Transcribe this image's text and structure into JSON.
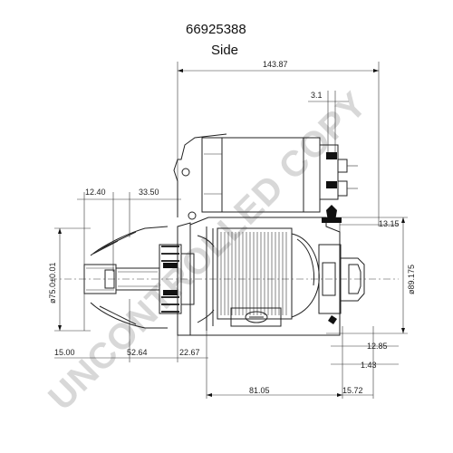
{
  "header": {
    "part_number": "66925388",
    "view": "Side"
  },
  "watermark": "UNCONTROLLED COPY",
  "dimensions": {
    "overall_length": "143.87",
    "terminal_offset": "3.1",
    "flange_offset": "12.40",
    "pinion_reach": "33.50",
    "pilot_diameter": "ø75.0±0.01",
    "body_diameter": "ø89.175",
    "rear_offset": "13.15",
    "pinion_length": "15.00",
    "nose_length": "52.64",
    "flange_thickness": "22.67",
    "rear_cap_1": "12.85",
    "rear_cap_2": "1.43",
    "body_length": "81.05",
    "rear_length": "15.72"
  }
}
